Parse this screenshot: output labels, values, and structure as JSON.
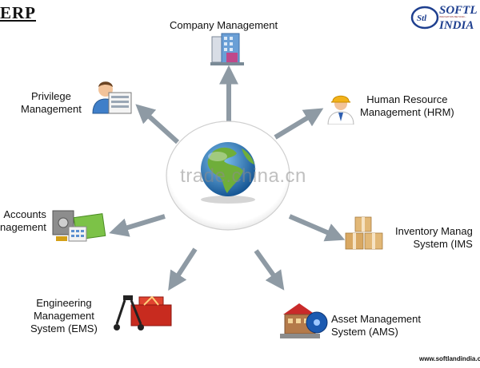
{
  "title": "ERP",
  "brand": {
    "line1": "SOFTL",
    "line2": "INDIA",
    "tag": "INNOVATION BEYOND..."
  },
  "watermark": "trade.china.cn",
  "footer": "www.softlandindia.c",
  "modules": [
    {
      "id": "company",
      "lines": [
        "Company Management"
      ],
      "icon": "building-icon"
    },
    {
      "id": "hrm",
      "lines": [
        "Human Resource",
        "Management (HRM)"
      ],
      "icon": "engineer-icon"
    },
    {
      "id": "inventory",
      "lines": [
        "Inventory Manag",
        "System (IMS"
      ],
      "icon": "boxes-icon"
    },
    {
      "id": "asset",
      "lines": [
        "Asset Management",
        "System (AMS)"
      ],
      "icon": "factory-icon"
    },
    {
      "id": "engineering",
      "lines": [
        "Engineering",
        "Management",
        "System (EMS)"
      ],
      "icon": "toolbox-icon"
    },
    {
      "id": "accounts",
      "lines": [
        "Accounts",
        "nagement"
      ],
      "icon": "safe-money-icon"
    },
    {
      "id": "privilege",
      "lines": [
        "Privilege",
        "Management"
      ],
      "icon": "user-admin-icon"
    }
  ],
  "colors": {
    "arrow": "#8e9aa4",
    "brand": "#1e3f8f",
    "globe_ocean": "#1f6fb8",
    "globe_land": "#6fae3a"
  }
}
